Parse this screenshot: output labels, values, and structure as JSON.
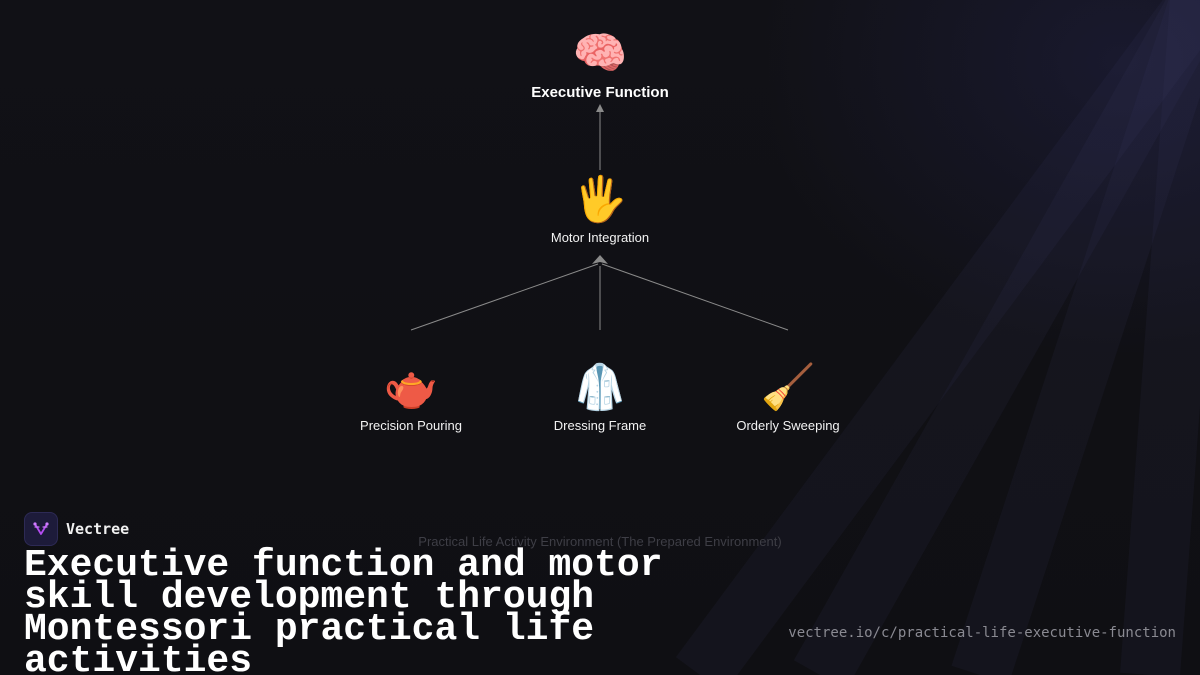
{
  "diagram": {
    "root": {
      "label": "Executive Function",
      "icon": "brain-icon",
      "glyph": "🧠"
    },
    "middle": {
      "label": "Motor Integration",
      "icon": "raised-hand-icon",
      "glyph": "🖐"
    },
    "leaves": [
      {
        "label": "Precision Pouring",
        "icon": "teapot-icon",
        "glyph": "🫖"
      },
      {
        "label": "Dressing Frame",
        "icon": "coat-icon",
        "glyph": "🥼"
      },
      {
        "label": "Orderly Sweeping",
        "icon": "broom-icon",
        "glyph": "🧹"
      }
    ],
    "environment_caption": "Practical Life Activity Environment (The Prepared Environment)",
    "edge_color": "#8a8a8a"
  },
  "brand": {
    "name": "Vectree",
    "logo_color": "#b44cf0"
  },
  "headline": "Executive function and motor skill development through Montessori practical life activities",
  "url": "vectree.io/c/practical-life-executive-function"
}
